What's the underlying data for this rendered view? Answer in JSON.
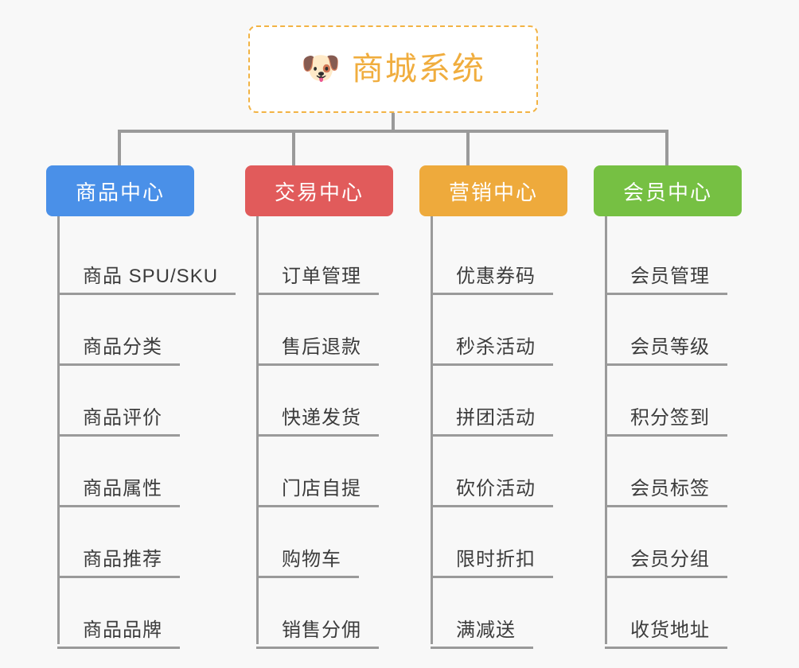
{
  "root": {
    "icon": "shiba-dog-emoji",
    "emoji": "🐶",
    "title": "商城系统",
    "border_color": "#f2b344",
    "title_color": "#f0ad3e"
  },
  "background_color": "#f8f8f8",
  "connector_color": "#9a9a9a",
  "columns": [
    {
      "id": "product-center",
      "header": "商品中心",
      "color": "#4a90e8",
      "items": [
        "商品 SPU/SKU",
        "商品分类",
        "商品评价",
        "商品属性",
        "商品推荐",
        "商品品牌"
      ]
    },
    {
      "id": "trade-center",
      "header": "交易中心",
      "color": "#e15b5b",
      "items": [
        "订单管理",
        "售后退款",
        "快递发货",
        "门店自提",
        "购物车",
        "销售分佣"
      ]
    },
    {
      "id": "marketing-center",
      "header": "营销中心",
      "color": "#eeaa3c",
      "items": [
        "优惠券码",
        "秒杀活动",
        "拼团活动",
        "砍价活动",
        "限时折扣",
        "满减送"
      ]
    },
    {
      "id": "member-center",
      "header": "会员中心",
      "color": "#76c043",
      "items": [
        "会员管理",
        "会员等级",
        "积分签到",
        "会员标签",
        "会员分组",
        "收货地址"
      ]
    }
  ]
}
